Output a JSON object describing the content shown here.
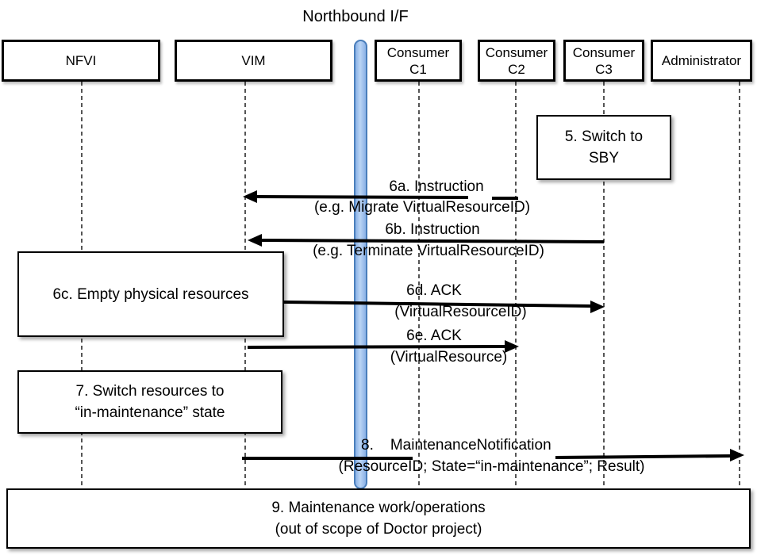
{
  "title": "Northbound I/F",
  "actors": [
    {
      "id": "nfvi",
      "line1": "NFVI",
      "line2": ""
    },
    {
      "id": "vim",
      "line1": "VIM",
      "line2": ""
    },
    {
      "id": "consumer-c1",
      "line1": "Consumer",
      "line2": "C1"
    },
    {
      "id": "consumer-c2",
      "line1": "Consumer",
      "line2": "C2"
    },
    {
      "id": "consumer-c3",
      "line1": "Consumer",
      "line2": "C3"
    },
    {
      "id": "administrator",
      "line1": "Administrator",
      "line2": ""
    }
  ],
  "notes": {
    "note5": {
      "line1": "5. Switch to",
      "line2": "SBY"
    },
    "note6c": {
      "line1": "6c. Empty physical resources",
      "line2": ""
    },
    "note7": {
      "line1": "7. Switch resources to",
      "line2": "“in-maintenance” state"
    },
    "note9": {
      "line1": "9. Maintenance work/operations",
      "line2": "(out of scope of Doctor project)"
    }
  },
  "messages": {
    "m6a": {
      "line1": "6a. Instruction",
      "line2": "(e.g. Migrate VirtualResourceID)"
    },
    "m6b": {
      "line1": "6b. Instruction",
      "line2": "(e.g. Terminate VirtualResourceID)"
    },
    "m6d": {
      "line1": "6d. ACK",
      "line2": "(VirtualResourceID)"
    },
    "m6e": {
      "line1": "6e. ACK",
      "line2": "(VirtualResource)"
    },
    "m8": {
      "num": "8.",
      "name": "MaintenanceNotification",
      "params": "(ResourceID; State=“in-maintenance”; Result)"
    }
  },
  "colors": {
    "bar_fill_light": "#bad4f4",
    "bar_fill_dark": "#8ab1e6",
    "bar_border": "#4a7ebb",
    "arrow": "#000000",
    "lifeline": "#555555"
  }
}
